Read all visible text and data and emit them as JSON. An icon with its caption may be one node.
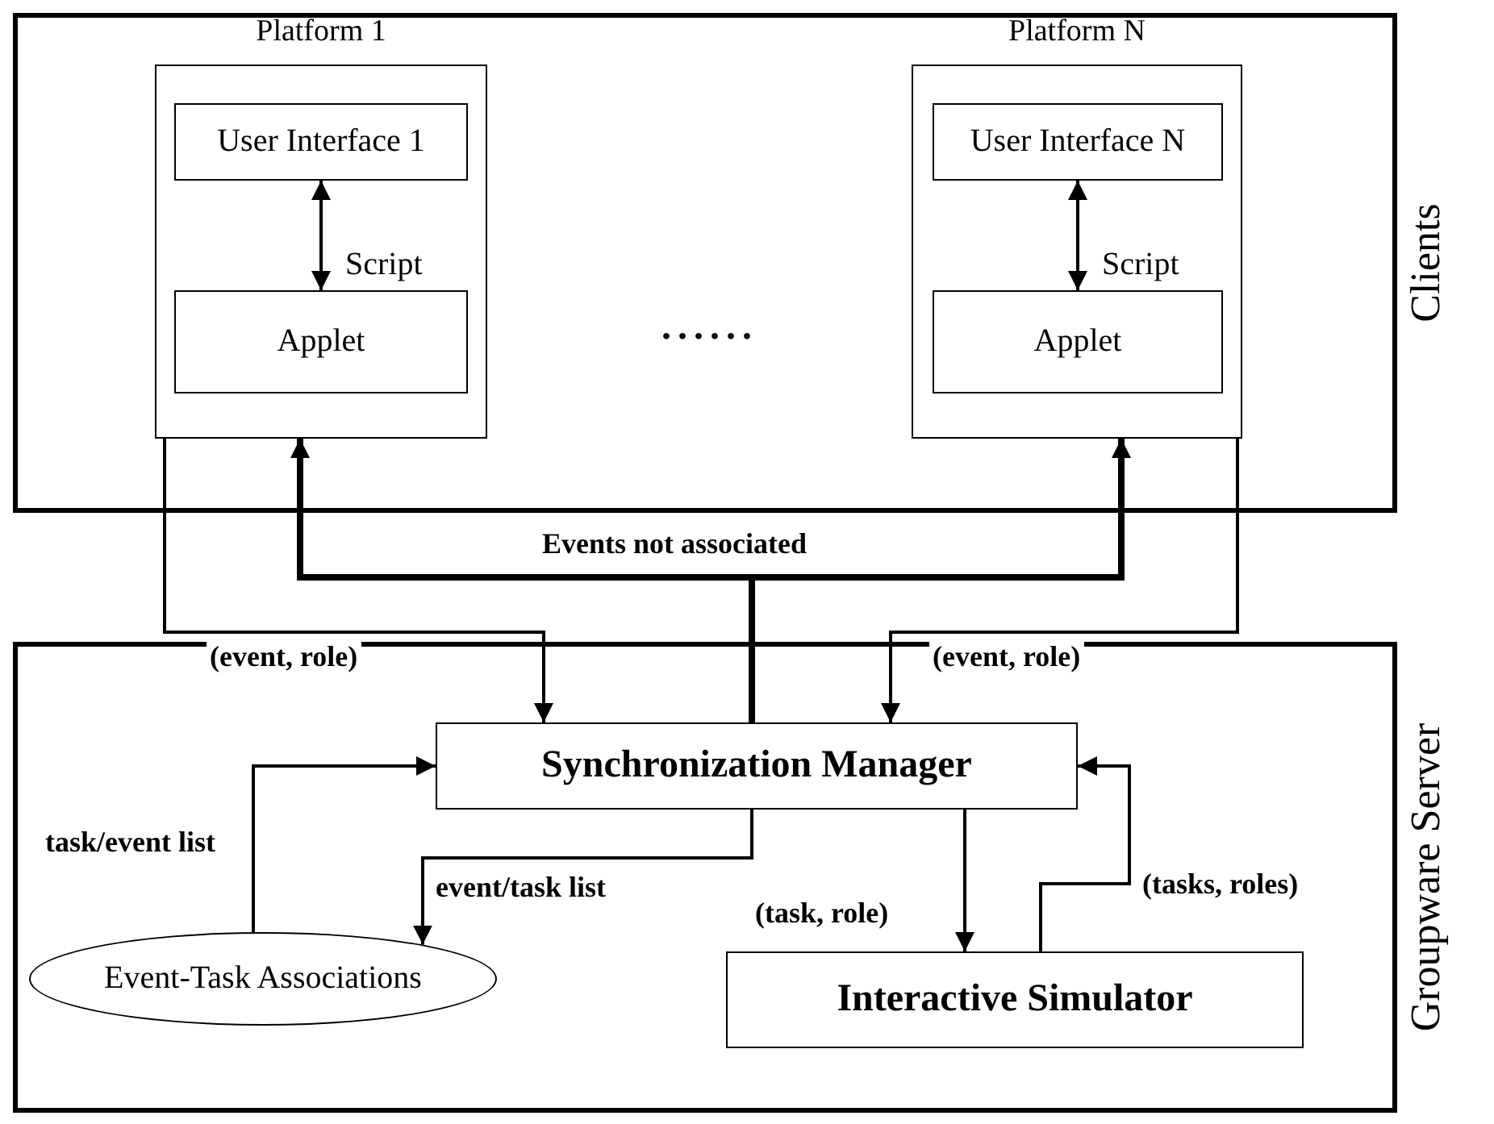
{
  "diagram": {
    "nodes": [
      {
        "text": [
          "Clients"
        ]
      },
      {
        "text": [
          "Platform 1"
        ],
        "in": 0
      },
      {
        "text": [
          "User Interface 1"
        ],
        "in": 1
      },
      {
        "text": [
          "Applet"
        ],
        "in": 1
      },
      {
        "text": [
          "Platform N"
        ],
        "in": 0
      },
      {
        "text": [
          "User Interface N"
        ],
        "in": 4
      },
      {
        "text": [
          "Applet"
        ],
        "in": 4
      },
      {
        "text": [
          "Groupware Server"
        ]
      },
      {
        "text": [
          "Synchronization Manager"
        ],
        "in": 7
      },
      {
        "text": [
          "Event-Task Associations"
        ],
        "in": 7
      },
      {
        "text": [
          "Interactive Simulator"
        ],
        "in": 7
      }
    ],
    "edges": [
      {
        "from": 2,
        "to": 3,
        "arrow": "both",
        "label": "Script"
      },
      {
        "from": 5,
        "to": 6,
        "arrow": "both",
        "label": "Script"
      },
      {
        "from": 1,
        "to": 8,
        "arrow": "to",
        "label": "(event, role)"
      },
      {
        "from": 4,
        "to": 8,
        "arrow": "to",
        "label": "(event, role)"
      },
      {
        "from": 8,
        "to": 1,
        "arrow": "to",
        "label": "Events not associated",
        "style": "thick"
      },
      {
        "from": 8,
        "to": 4,
        "arrow": "to",
        "style": "thick"
      },
      {
        "from": 9,
        "to": 8,
        "arrow": "to",
        "label": "task/event list"
      },
      {
        "from": 8,
        "to": 9,
        "arrow": "to",
        "label": "event/task list"
      },
      {
        "from": 8,
        "to": 10,
        "arrow": "to",
        "label": "(task, role)"
      },
      {
        "from": 10,
        "to": 8,
        "arrow": "to",
        "label": "(tasks, roles)"
      }
    ],
    "labels": [
      "......"
    ]
  }
}
